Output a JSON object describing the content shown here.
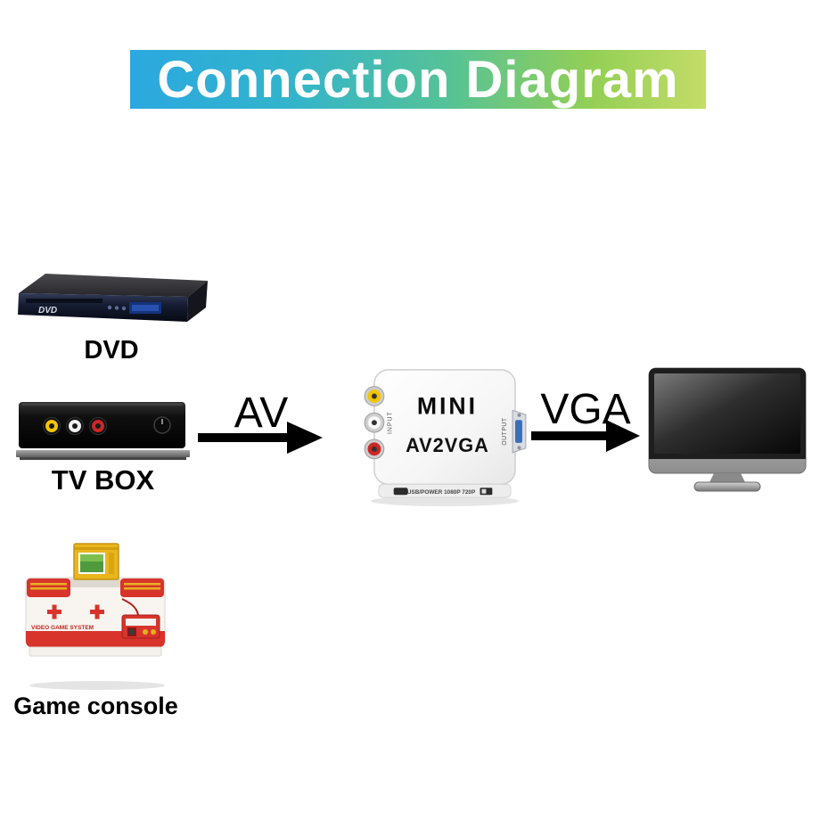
{
  "title": "Connection Diagram",
  "devices": {
    "dvd": {
      "label": "DVD",
      "logo": "DVD"
    },
    "tv_box": {
      "label": "TV BOX"
    },
    "game_console": {
      "label": "Game console",
      "front_text": "VIDEO GAME SYSTEM"
    }
  },
  "connections": {
    "av": {
      "label": "AV"
    },
    "vga": {
      "label": "VGA"
    }
  },
  "converter": {
    "brand": "MINI",
    "model": "AV2VGA",
    "input_label": "INPUT",
    "output_label": "OUTPUT",
    "bottom_label": "USB/POWER 1080P 720P"
  },
  "colors": {
    "banner_start": "#2BA8E0",
    "banner_end": "#C3DD68",
    "arrow": "#000000",
    "rca_yellow": "#F2C500",
    "rca_white": "#F5F5F5",
    "rca_red": "#CC2626",
    "console_red": "#D8342C",
    "cartridge_yellow": "#E9B61C"
  }
}
